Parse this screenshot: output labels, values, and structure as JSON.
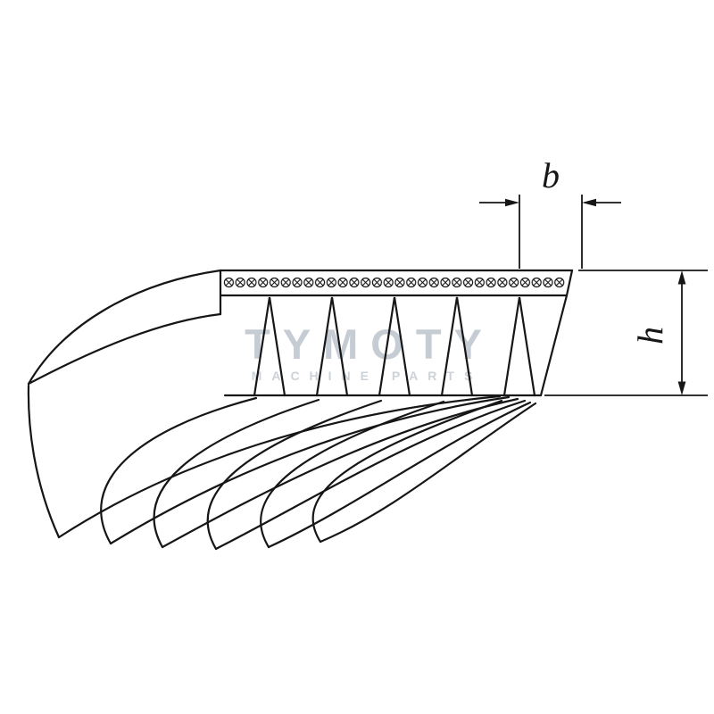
{
  "diagram": {
    "type": "technical-drawing",
    "subject": "Poly-V ribbed belt profile with rib pitch and height dimensions",
    "dimensions": {
      "width_label": "b",
      "height_label": "h"
    },
    "watermark": {
      "title": "TYMOTY",
      "subtitle": "MACHINE PARTS"
    },
    "colors": {
      "line": "#161616",
      "watermark": "#c6ccd3",
      "background": "#ffffff"
    }
  }
}
